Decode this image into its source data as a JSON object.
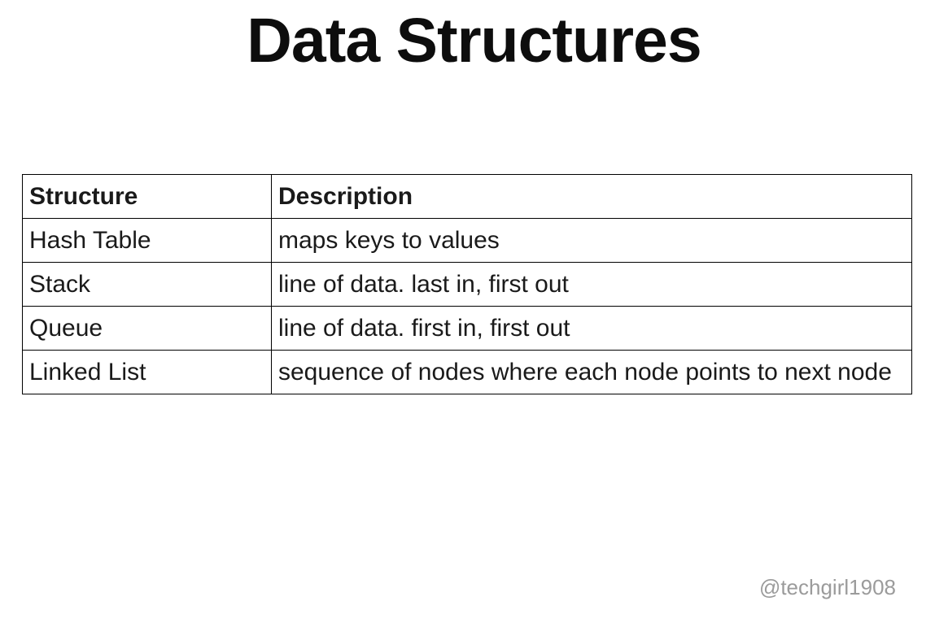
{
  "page": {
    "title": "Data Structures",
    "watermark": "@techgirl1908"
  },
  "table": {
    "columns": [
      "Structure",
      "Description"
    ],
    "rows": [
      {
        "structure": "Hash Table",
        "description": "maps keys to values"
      },
      {
        "structure": "Stack",
        "description": "line of data. last in, first out"
      },
      {
        "structure": "Queue",
        "description": "line of data. first in, first out"
      },
      {
        "structure": "Linked List",
        "description": "sequence of nodes where each node points to next node"
      }
    ]
  },
  "colors": {
    "background": "#ffffff",
    "text": "#1a1a1a",
    "title_text": "#0d0d0d",
    "table_border": "#000000",
    "watermark_text": "#9b9b9b"
  }
}
